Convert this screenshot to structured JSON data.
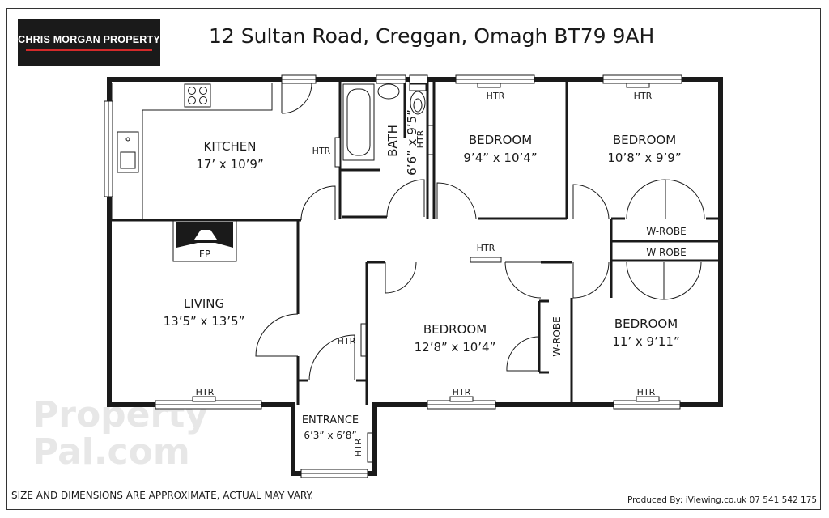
{
  "header": {
    "brand": "CHRIS MORGAN PROPERTY",
    "address": "12 Sultan Road, Creggan, Omagh BT79 9AH"
  },
  "rooms": [
    {
      "id": "kitchen",
      "name": "KITCHEN",
      "size": "17’ x 10’9”"
    },
    {
      "id": "bath",
      "name": "BATH",
      "size": "6’6” x 9’5”"
    },
    {
      "id": "bedroom1",
      "name": "BEDROOM",
      "size": "9’4” x 10’4”"
    },
    {
      "id": "bedroom2",
      "name": "BEDROOM",
      "size": "10’8” x 9’9”"
    },
    {
      "id": "living",
      "name": "LIVING",
      "size": "13’5” x 13’5”"
    },
    {
      "id": "bedroom3",
      "name": "BEDROOM",
      "size": "12’8” x 10’4”"
    },
    {
      "id": "bedroom4",
      "name": "BEDROOM",
      "size": "11’ x 9’11”"
    },
    {
      "id": "entrance",
      "name": "ENTRANCE",
      "size": "6’3” x 6’8”"
    }
  ],
  "labels": {
    "heater": "HTR",
    "fireplace": "FP",
    "wardrobe": "W-ROBE"
  },
  "footer": {
    "disclaimer": "SIZE AND DIMENSIONS ARE APPROXIMATE, ACTUAL MAY VARY.",
    "credit": "Produced By: iViewing.co.uk  07 541 542 175"
  },
  "watermark": {
    "line1": "Property",
    "line2": "Pal.com"
  }
}
